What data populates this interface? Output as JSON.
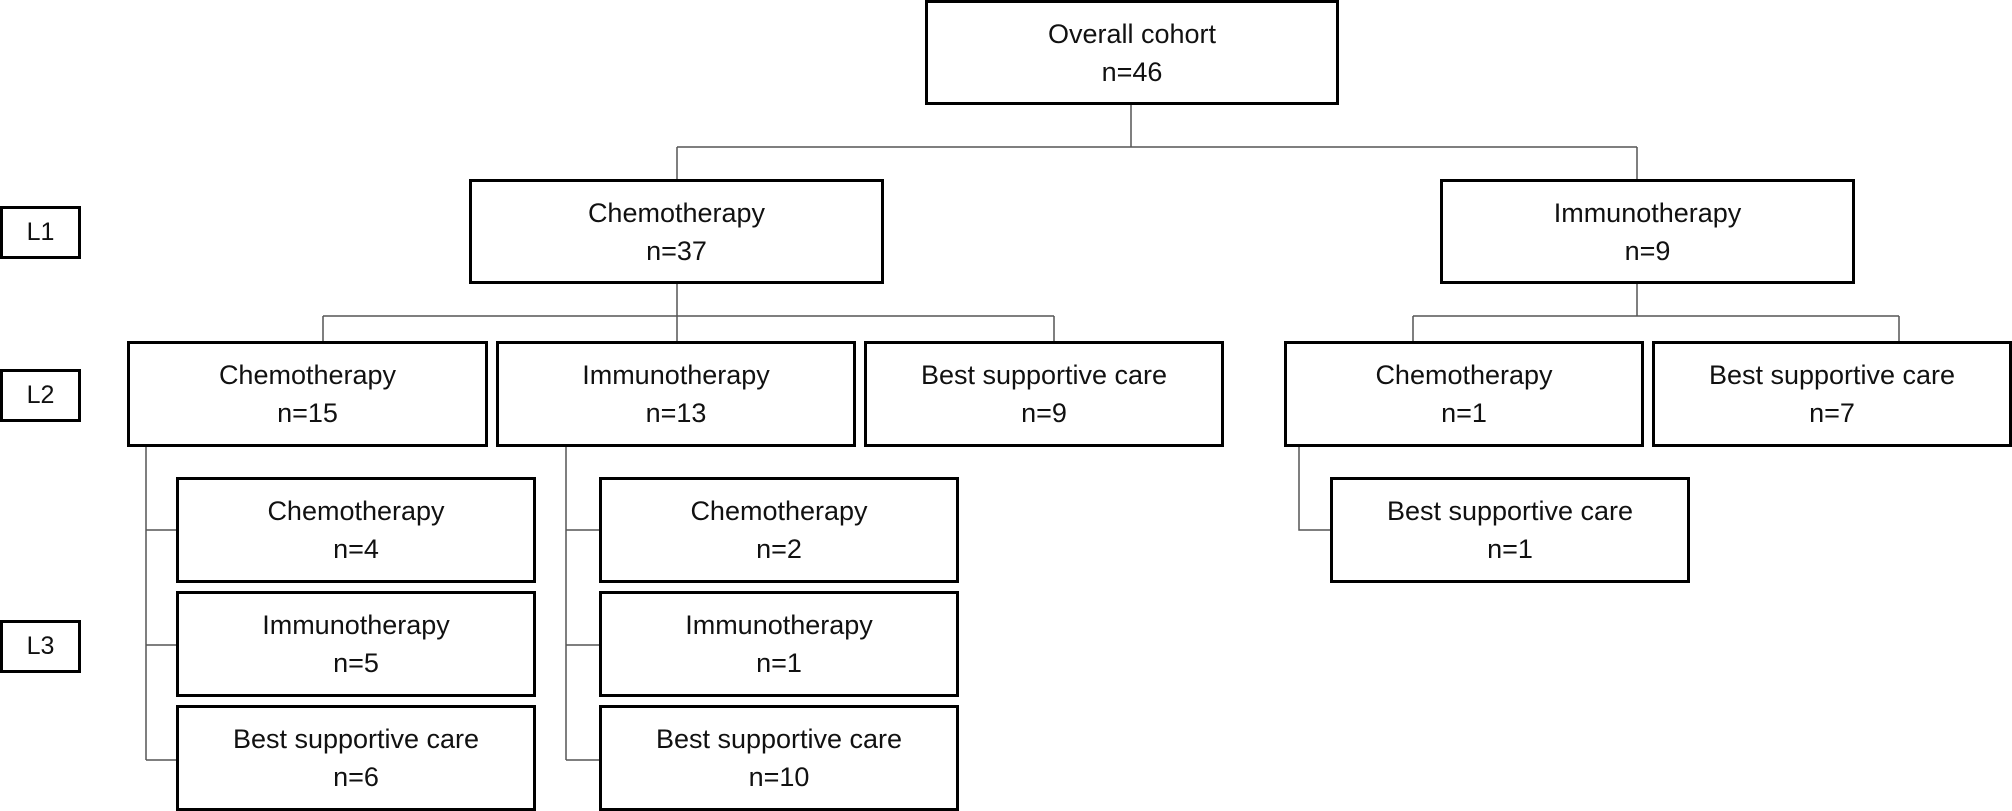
{
  "levels": [
    "L1",
    "L2",
    "L3"
  ],
  "root": {
    "label": "Overall cohort",
    "count": "n=46"
  },
  "first_line": [
    {
      "label": "Chemotherapy",
      "count": "n=37",
      "second_line": [
        {
          "label": "Chemotherapy",
          "count": "n=15",
          "third_line": [
            {
              "label": "Chemotherapy",
              "count": "n=4"
            },
            {
              "label": "Immunotherapy",
              "count": "n=5"
            },
            {
              "label": "Best supportive care",
              "count": "n=6"
            }
          ]
        },
        {
          "label": "Immunotherapy",
          "count": "n=13",
          "third_line": [
            {
              "label": "Chemotherapy",
              "count": "n=2"
            },
            {
              "label": "Immunotherapy",
              "count": "n=1"
            },
            {
              "label": "Best supportive care",
              "count": "n=10"
            }
          ]
        },
        {
          "label": "Best supportive care",
          "count": "n=9"
        }
      ]
    },
    {
      "label": "Immunotherapy",
      "count": "n=9",
      "second_line": [
        {
          "label": "Chemotherapy",
          "count": "n=1",
          "third_line": [
            {
              "label": "Best supportive care",
              "count": "n=1"
            }
          ]
        },
        {
          "label": "Best supportive care",
          "count": "n=7"
        }
      ]
    }
  ]
}
